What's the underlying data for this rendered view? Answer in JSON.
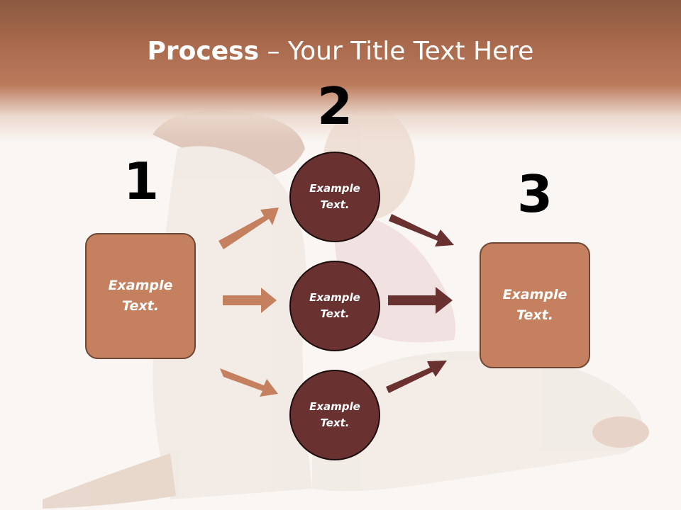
{
  "title": {
    "bold": "Process",
    "rest": " – Your Title Text Here"
  },
  "steps": {
    "one": "1",
    "two": "2",
    "three": "3"
  },
  "left_box": {
    "text": "Example Text."
  },
  "right_box": {
    "text": "Example Text."
  },
  "circles": [
    {
      "text": "Example Text."
    },
    {
      "text": "Example Text."
    },
    {
      "text": "Example Text."
    }
  ],
  "colors": {
    "header": "#b06f52",
    "box_fill": "#c4805f",
    "circle_fill": "#6a3131",
    "left_arrows": "#c4805f",
    "right_arrows": "#6a3131"
  }
}
